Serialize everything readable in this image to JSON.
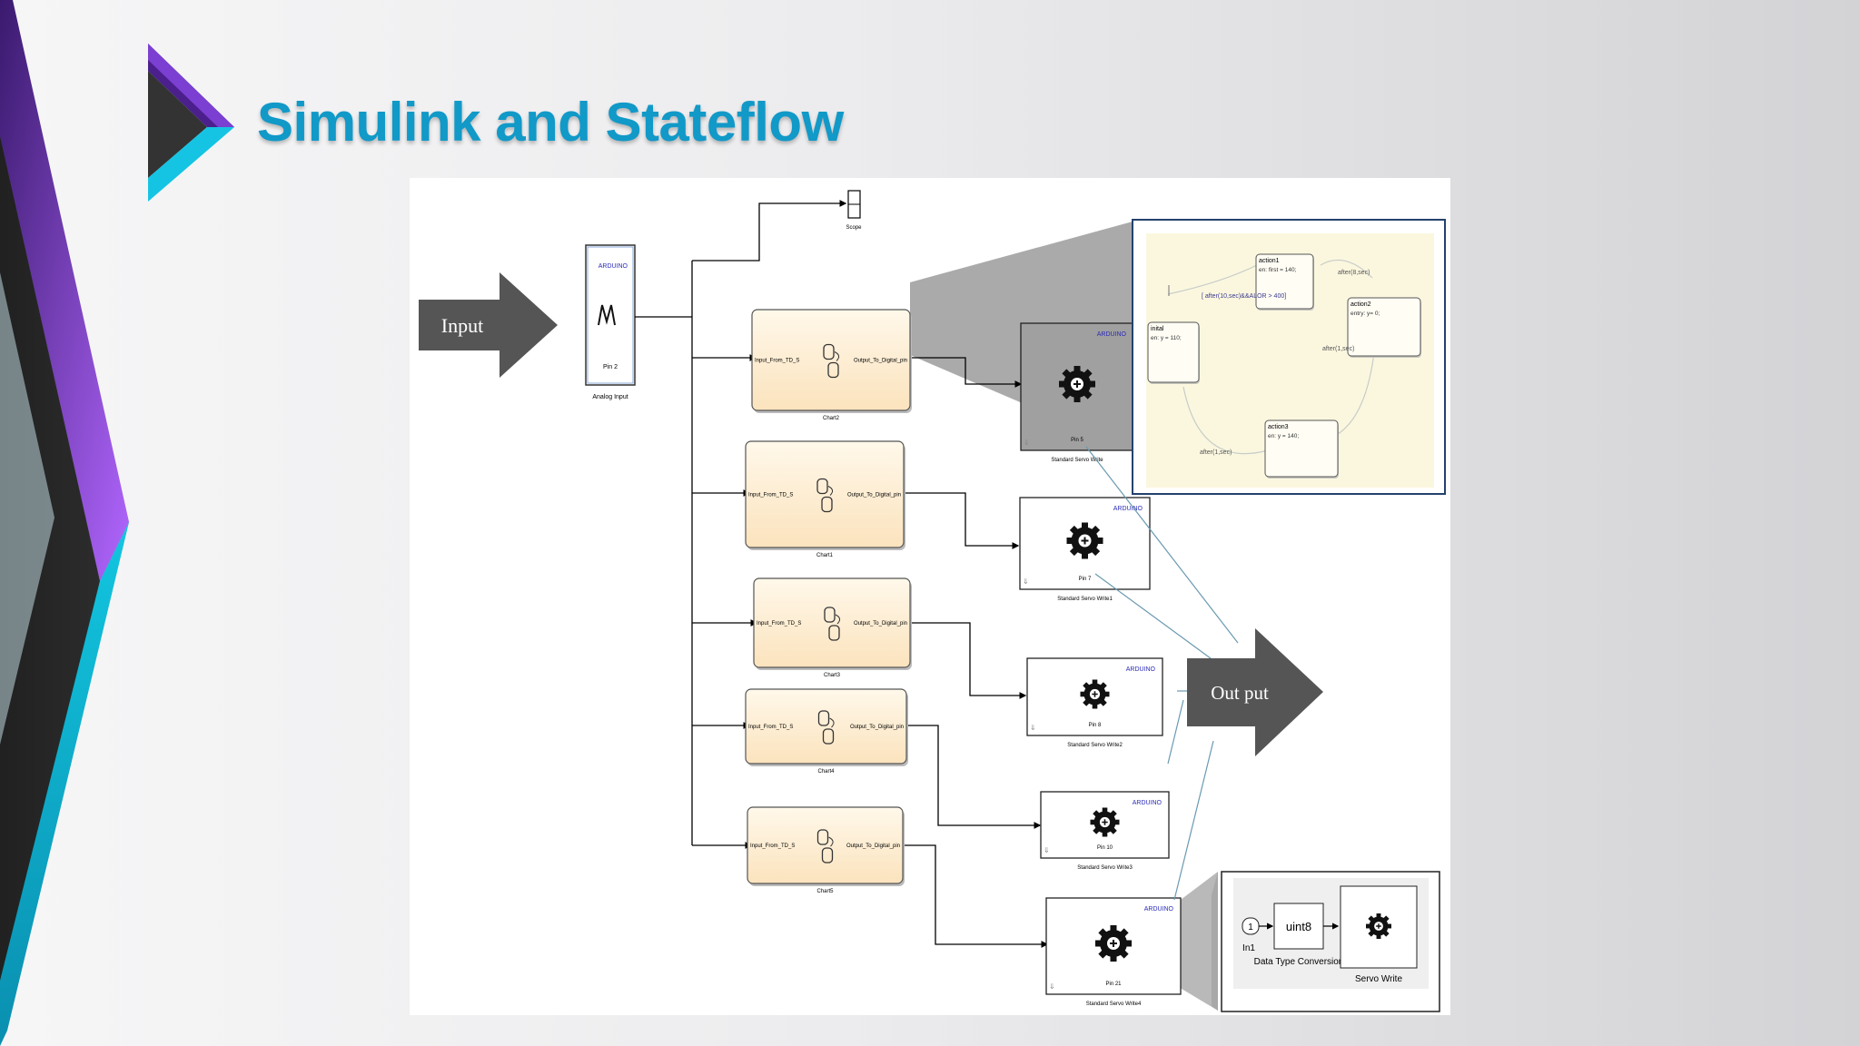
{
  "slide": {
    "title": "Simulink and Stateflow"
  },
  "callouts": {
    "input_label": "Input",
    "output_label": "Out put"
  },
  "model": {
    "scope_label": "Scope",
    "analog_input": {
      "badge": "ARDUINO",
      "pin": "Pin 2",
      "name": "Analog Input"
    },
    "charts": [
      {
        "name": "Chart2",
        "in_port": "Input_From_TD_S",
        "out_port": "Output_To_Digital_pin"
      },
      {
        "name": "Chart1",
        "in_port": "Input_From_TD_S",
        "out_port": "Output_To_Digital_pin"
      },
      {
        "name": "Chart3",
        "in_port": "Input_From_TD_S",
        "out_port": "Output_To_Digital_pin"
      },
      {
        "name": "Chart4",
        "in_port": "Input_From_TD_S",
        "out_port": "Output_To_Digital_pin"
      },
      {
        "name": "Chart5",
        "in_port": "Input_From_TD_S",
        "out_port": "Output_To_Digital_pin"
      }
    ],
    "servos": [
      {
        "badge": "ARDUINO",
        "pin": "Pin 5",
        "name": "Standard Servo Write"
      },
      {
        "badge": "ARDUINO",
        "pin": "Pin 7",
        "name": "Standard Servo Write1"
      },
      {
        "badge": "ARDUINO",
        "pin": "Pin 8",
        "name": "Standard Servo Write2"
      },
      {
        "badge": "ARDUINO",
        "pin": "Pin 10",
        "name": "Standard Servo Write3"
      },
      {
        "badge": "ARDUINO",
        "pin": "Pin 21",
        "name": "Standard Servo Write4"
      }
    ]
  },
  "stateflow": {
    "states": [
      {
        "name": "action1",
        "action": "en: first = 140;"
      },
      {
        "name": "action2",
        "action": "entry: y= 0;"
      },
      {
        "name": "inital",
        "action": "en: y = 110;"
      },
      {
        "name": "action3",
        "action": "en: y = 140;"
      }
    ],
    "transitions": [
      "[ after(10,sec)&&ALOR > 400]",
      "after(8,sec)",
      "after(1,sec)",
      "after(1,sec)"
    ]
  },
  "subsystem": {
    "inport_number": "1",
    "inport_label": "In1",
    "conversion_text": "uint8",
    "conversion_label": "Data Type Conversion",
    "servo_label": "Servo Write"
  }
}
